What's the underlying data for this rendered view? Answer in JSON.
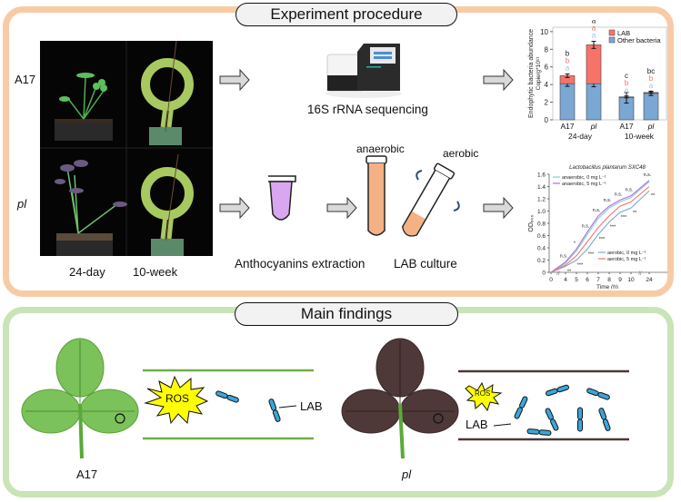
{
  "panels": {
    "top_title": "Experiment procedure",
    "bottom_title": "Main findings"
  },
  "procedure": {
    "row_labels": [
      "A17",
      "pl"
    ],
    "col_labels": [
      "24-day",
      "10-week"
    ],
    "sequencing_label": "16S rRNA sequencing",
    "extraction_label": "Anthocyanins extraction",
    "culture_label": "LAB culture",
    "anaerobic_label": "anaerobic",
    "aerobic_label": "aerobic",
    "colors": {
      "extract": "#d9a6f0",
      "culture": "#f4b183",
      "arrow_fill": "#d9d9d9"
    }
  },
  "chart_data": [
    {
      "type": "bar",
      "stacked": true,
      "ylabel": "Endophytic bacteria abundance Copie/g*10^11",
      "ylim": [
        0,
        10.5
      ],
      "yticks": [
        "0",
        "2",
        "4",
        "6",
        "8",
        "10"
      ],
      "categories": [
        "A17",
        "pl",
        "A17",
        "pl"
      ],
      "groups": [
        "24-day",
        "10-week"
      ],
      "legend": [
        "LAB",
        "Other bacteria"
      ],
      "legend_position": "top-right",
      "series": [
        {
          "name": "Other bacteria",
          "color": "#7ba7d3",
          "values": [
            4.1,
            4.1,
            2.5,
            3.0
          ],
          "errors": [
            0.3,
            0.35,
            0.6,
            0.25
          ]
        },
        {
          "name": "LAB",
          "color": "#f7736a",
          "values": [
            0.9,
            4.4,
            0.1,
            0.1
          ],
          "errors": [
            0.2,
            0.4,
            0.1,
            0.1
          ]
        }
      ],
      "significance_letters": [
        {
          "total": "b",
          "lab": "b",
          "other": "a"
        },
        {
          "total": "a",
          "lab": "a",
          "other": "a"
        },
        {
          "total": "c",
          "lab": "b",
          "other": "a"
        },
        {
          "total": "bc",
          "lab": "b",
          "other": "a"
        }
      ]
    },
    {
      "type": "line",
      "title": "Lactobacillus plantarum SXC48",
      "xlabel": "Time (h)",
      "ylabel": "OD600",
      "ylim": [
        0,
        1.6
      ],
      "yticks": [
        "0",
        "0.2",
        "0.4",
        "0.6",
        "0.8",
        "1.0",
        "1.2",
        "1.4",
        "1.6"
      ],
      "x": [
        "0",
        "4",
        "5",
        "6",
        "7",
        "8",
        "9",
        "10",
        "24"
      ],
      "legend_position": "top-left / bottom-right",
      "series": [
        {
          "name": "anaerobic, 0 mg L-1",
          "color": "#7fd3d3",
          "values": [
            0.0,
            0.15,
            0.35,
            0.62,
            0.88,
            1.05,
            1.15,
            1.22,
            1.48
          ]
        },
        {
          "name": "anaerobic, 5 mg L-1",
          "color": "#b36be0",
          "values": [
            0.0,
            0.17,
            0.38,
            0.66,
            0.92,
            1.08,
            1.18,
            1.25,
            1.5
          ]
        },
        {
          "name": "aerobic, 0 mg L-1",
          "color": "#7ba7d3",
          "values": [
            0.0,
            0.1,
            0.2,
            0.38,
            0.62,
            0.82,
            0.98,
            1.05,
            1.33
          ]
        },
        {
          "name": "aerobic, 5 mg L-1",
          "color": "#f7736a",
          "values": [
            0.0,
            0.12,
            0.27,
            0.5,
            0.73,
            0.92,
            1.08,
            1.15,
            1.4
          ]
        }
      ],
      "annotations_top": [
        "",
        "n.s.",
        "*",
        "n.s.",
        "n.s.",
        "n.s.",
        "n.s.",
        "n.s.",
        "n.s."
      ],
      "annotations_bottom": [
        "",
        "**",
        "***",
        "***",
        "***",
        "***",
        "***",
        "**",
        "**"
      ],
      "legend": {
        "top": [
          "anaerobic, 0 mg L⁻¹",
          "anaerobic, 5 mg L⁻¹"
        ],
        "bottom": [
          "aerobic, 0 mg L⁻¹",
          "aerobic, 5 mg L⁻¹"
        ]
      }
    }
  ],
  "findings": {
    "left_label": "A17",
    "right_label": "pl",
    "ros_label": "ROS",
    "lab_label": "LAB",
    "colors": {
      "green_leaf": "#7cc25a",
      "purple_leaf": "#4e3838",
      "bacteria": "#3ba6d8",
      "ros": "#ffff00"
    }
  }
}
